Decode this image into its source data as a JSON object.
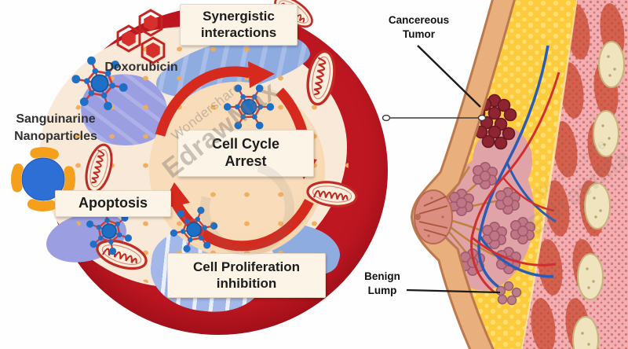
{
  "cell_panel": {
    "annotations": {
      "synergistic": "Synergistic\ninteractions",
      "doxorubicin": "Doxorubicin",
      "sanguinarine_nanoparticles": "Sanguinarine\nNanoparticles",
      "cell_cycle_arrest": "Cell Cycle\nArrest",
      "apoptosis": "Apoptosis",
      "cell_proliferation_inhibition": "Cell Proliferation\ninhibition"
    },
    "colors": {
      "cell_red": "#BE1722",
      "cytoplasm": "#F8E9D8",
      "nucleus": "#F6D3AB",
      "cycle_arrow": "#D62A1E",
      "er_blue": "#8FACE0",
      "er_purple": "#9B9EE0",
      "nanoparticle_blue": "#1E6FC6",
      "liposome_orange": "#F5A01D",
      "molecule_red": "#D7302A",
      "mitochondria_outline": "#C22B24"
    }
  },
  "anatomy_panel": {
    "annotations": {
      "cancerous_tumor": "Cancereous\nTumor",
      "benign_lump": "Benign\nLump"
    },
    "colors": {
      "skin": "#E9AF7D",
      "fat": "#FFCB3E",
      "lobule": "#C17687",
      "tumor": "#8E2430",
      "muscle": "#D4604E",
      "rib": "#EFE4BE",
      "vessel_red": "#D12F2F",
      "vessel_blue": "#2B5CB5"
    }
  },
  "watermark": {
    "brand": "Wondershare",
    "product": "EdrawMax"
  }
}
